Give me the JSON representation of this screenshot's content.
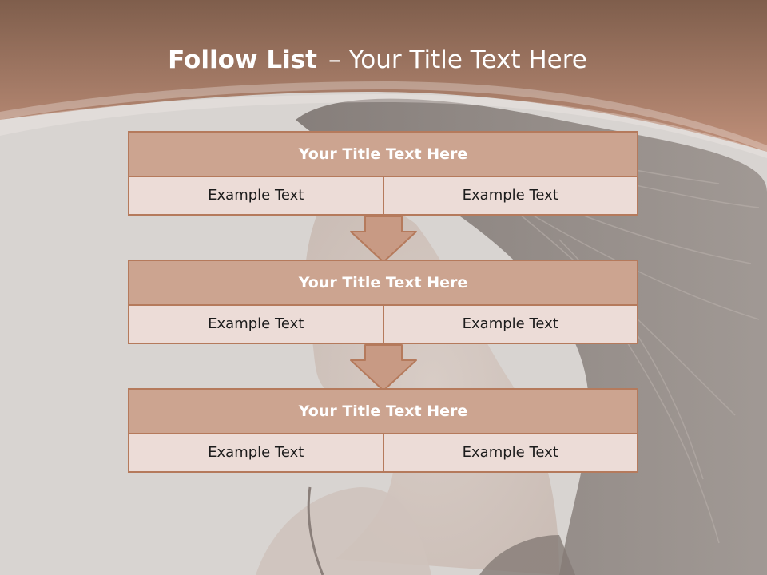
{
  "title": {
    "bold": "Follow List",
    "separator": "–",
    "rest": "Your Title Text Here"
  },
  "blocks": [
    {
      "title": "Your Title Text Here",
      "cells": [
        "Example Text",
        "Example Text"
      ]
    },
    {
      "title": "Your Title Text Here",
      "cells": [
        "Example Text",
        "Example Text"
      ]
    },
    {
      "title": "Your Title Text Here",
      "cells": [
        "Example Text",
        "Example Text"
      ]
    }
  ],
  "colors": {
    "banner_top": "#7f5e4c",
    "banner_bottom": "#c0907a",
    "block_header": "#cca490",
    "block_cell": "#ecdcd7",
    "border": "#b57a5c",
    "arrow_fill": "#c89a84"
  },
  "icons": [
    "down-arrow-icon"
  ]
}
